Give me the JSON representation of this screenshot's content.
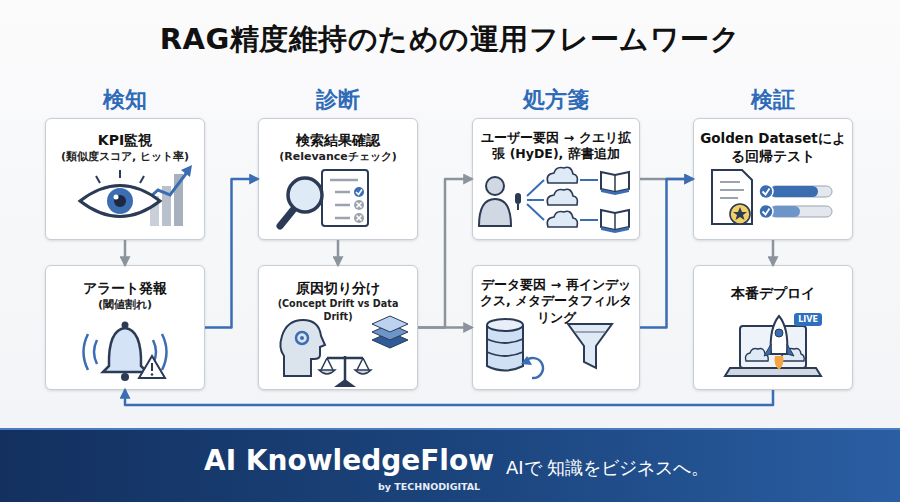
{
  "diagram": {
    "title": "RAG精度維持のための運用フレームワーク",
    "nodes": [
      {
        "text": [
          "KPI監視",
          "(類似度スコア, ヒット率)"
        ]
      },
      {
        "text": [
          "アラート発報",
          "(閾値割れ)"
        ]
      },
      {
        "text": [
          "検索結果確認",
          "(Relevanceチェック)"
        ]
      },
      {
        "text": [
          "原因切り分け",
          "(Concept Drift vs Data Drift)"
        ]
      },
      {
        "text": [
          "ユーザー要因 → クエリ拡張 (HyDE), 辞書追加"
        ]
      },
      {
        "text": [
          "データ要因 → 再インデックス, メタデータフィルタリング"
        ]
      },
      {
        "text": [
          "Golden Datasetによる回帰テスト"
        ]
      },
      {
        "text": [
          "本番デプロイ"
        ]
      }
    ],
    "edges": [
      {
        "from": 0,
        "to": 1,
        "arrow": "to"
      },
      {
        "from": 1,
        "to": 2,
        "arrow": "to"
      },
      {
        "from": 2,
        "to": 3,
        "arrow": "to"
      },
      {
        "from": 3,
        "to": 4,
        "arrow": "to"
      },
      {
        "from": 3,
        "to": 5,
        "arrow": "to"
      },
      {
        "from": 4,
        "to": 6,
        "arrow": "to"
      },
      {
        "from": 5,
        "to": 6,
        "arrow": "to"
      },
      {
        "from": 6,
        "to": 7,
        "arrow": "to"
      },
      {
        "from": 7,
        "to": 1,
        "arrow": "to"
      }
    ],
    "labels": [
      "検知",
      "診断",
      "処方箋",
      "検証",
      "LIVE",
      "AI KnowledgeFlow",
      "by TECHNODIGITAL",
      "AIで 知識をビジネスへ。"
    ]
  }
}
